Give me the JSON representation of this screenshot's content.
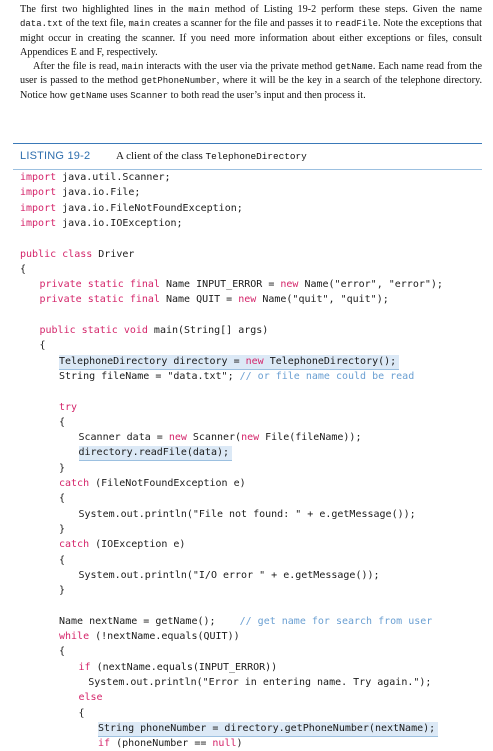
{
  "prose": {
    "p1": [
      {
        "t": "The first two highlighted lines in the "
      },
      {
        "t": "main",
        "code": true
      },
      {
        "t": " method of Listing 19-2 perform these steps. Given the name "
      },
      {
        "t": "data.txt",
        "code": true
      },
      {
        "t": " of the text file, "
      },
      {
        "t": "main",
        "code": true
      },
      {
        "t": " creates a scanner for the file and passes it to "
      },
      {
        "t": "readFile",
        "code": true
      },
      {
        "t": ". Note the exceptions that might occur in creating the scanner. If you need more information about either exceptions or files, consult Appendices E and F, respectively."
      }
    ],
    "p2": [
      {
        "t": "After the file is read, "
      },
      {
        "t": "main",
        "code": true
      },
      {
        "t": " interacts with the user via the private method "
      },
      {
        "t": "getName",
        "code": true
      },
      {
        "t": ". Each name read from the user is passed to the method "
      },
      {
        "t": "getPhoneNumber",
        "code": true
      },
      {
        "t": ", where it will be the key in a search of the telephone directory. Notice how "
      },
      {
        "t": "getName",
        "code": true
      },
      {
        "t": " uses "
      },
      {
        "t": "Scanner",
        "code": true
      },
      {
        "t": " to both read the user’s input and then process it."
      }
    ]
  },
  "listing": {
    "number": "LISTING 19-2",
    "caption_text": "A client of the class ",
    "caption_code": "TelephoneDirectory"
  },
  "code_lines": [
    {
      "row": 0,
      "indent": 0,
      "parts": [
        {
          "t": "import",
          "k": "kw"
        },
        {
          "t": " java.util.Scanner;"
        }
      ]
    },
    {
      "row": 1,
      "indent": 0,
      "parts": [
        {
          "t": "import",
          "k": "kw"
        },
        {
          "t": " java.io.File;"
        }
      ]
    },
    {
      "row": 2,
      "indent": 0,
      "parts": [
        {
          "t": "import",
          "k": "kw"
        },
        {
          "t": " java.io.FileNotFoundException;"
        }
      ]
    },
    {
      "row": 3,
      "indent": 0,
      "parts": [
        {
          "t": "import",
          "k": "kw"
        },
        {
          "t": " java.io.IOException;"
        }
      ]
    },
    {
      "row": 5,
      "indent": 0,
      "parts": [
        {
          "t": "public",
          "k": "kw"
        },
        {
          "t": " "
        },
        {
          "t": "class",
          "k": "kw"
        },
        {
          "t": " Driver"
        }
      ]
    },
    {
      "row": 6,
      "indent": 0,
      "parts": [
        {
          "t": "{"
        }
      ]
    },
    {
      "row": 7,
      "indent": 1,
      "parts": [
        {
          "t": "private",
          "k": "kw"
        },
        {
          "t": " "
        },
        {
          "t": "static",
          "k": "kw"
        },
        {
          "t": " "
        },
        {
          "t": "final",
          "k": "kw"
        },
        {
          "t": " Name INPUT_ERROR = "
        },
        {
          "t": "new",
          "k": "kw"
        },
        {
          "t": " Name(\"error\", \"error\");"
        }
      ]
    },
    {
      "row": 8,
      "indent": 1,
      "parts": [
        {
          "t": "private",
          "k": "kw"
        },
        {
          "t": " "
        },
        {
          "t": "static",
          "k": "kw"
        },
        {
          "t": " "
        },
        {
          "t": "final",
          "k": "kw"
        },
        {
          "t": " Name QUIT = "
        },
        {
          "t": "new",
          "k": "kw"
        },
        {
          "t": " Name(\"quit\", \"quit\");"
        }
      ]
    },
    {
      "row": 10,
      "indent": 1,
      "parts": [
        {
          "t": "public",
          "k": "kw"
        },
        {
          "t": " "
        },
        {
          "t": "static",
          "k": "kw"
        },
        {
          "t": " "
        },
        {
          "t": "void",
          "k": "kw"
        },
        {
          "t": " main(String[] args)"
        }
      ]
    },
    {
      "row": 11,
      "indent": 1,
      "parts": [
        {
          "t": "{"
        }
      ]
    },
    {
      "row": 12,
      "indent": 2,
      "hl": true,
      "parts": [
        {
          "t": "TelephoneDirectory directory = "
        },
        {
          "t": "new",
          "k": "kw"
        },
        {
          "t": " TelephoneDirectory();"
        }
      ]
    },
    {
      "row": 13,
      "indent": 2,
      "parts": [
        {
          "t": "String fileName = \"data.txt\"; "
        },
        {
          "t": "// or file name could be read",
          "k": "cm"
        }
      ]
    },
    {
      "row": 15,
      "indent": 2,
      "parts": [
        {
          "t": "try",
          "k": "kw"
        }
      ]
    },
    {
      "row": 16,
      "indent": 2,
      "parts": [
        {
          "t": "{"
        }
      ]
    },
    {
      "row": 17,
      "indent": 3,
      "parts": [
        {
          "t": "Scanner data = "
        },
        {
          "t": "new",
          "k": "kw"
        },
        {
          "t": " Scanner("
        },
        {
          "t": "new",
          "k": "kw"
        },
        {
          "t": " File(fileName));"
        }
      ]
    },
    {
      "row": 18,
      "indent": 3,
      "hl": true,
      "parts": [
        {
          "t": "directory.readFile(data);"
        }
      ]
    },
    {
      "row": 19,
      "indent": 2,
      "parts": [
        {
          "t": "}"
        }
      ]
    },
    {
      "row": 20,
      "indent": 2,
      "parts": [
        {
          "t": "catch",
          "k": "kw"
        },
        {
          "t": " (FileNotFoundException e)"
        }
      ]
    },
    {
      "row": 21,
      "indent": 2,
      "parts": [
        {
          "t": "{"
        }
      ]
    },
    {
      "row": 22,
      "indent": 3,
      "parts": [
        {
          "t": "System.out.println(\"File not found: \" + e.getMessage());"
        }
      ]
    },
    {
      "row": 23,
      "indent": 2,
      "parts": [
        {
          "t": "}"
        }
      ]
    },
    {
      "row": 24,
      "indent": 2,
      "parts": [
        {
          "t": "catch",
          "k": "kw"
        },
        {
          "t": " (IOException e)"
        }
      ]
    },
    {
      "row": 25,
      "indent": 2,
      "parts": [
        {
          "t": "{"
        }
      ]
    },
    {
      "row": 26,
      "indent": 3,
      "parts": [
        {
          "t": "System.out.println(\"I/O error \" + e.getMessage());"
        }
      ]
    },
    {
      "row": 27,
      "indent": 2,
      "parts": [
        {
          "t": "}"
        }
      ]
    },
    {
      "row": 29,
      "indent": 2,
      "parts": [
        {
          "t": "Name nextName = getName();    "
        },
        {
          "t": "// get name for search from user",
          "k": "cm"
        }
      ]
    },
    {
      "row": 30,
      "indent": 2,
      "parts": [
        {
          "t": "while",
          "k": "kw"
        },
        {
          "t": " (!nextName.equals(QUIT))"
        }
      ]
    },
    {
      "row": 31,
      "indent": 2,
      "parts": [
        {
          "t": "{"
        }
      ]
    },
    {
      "row": 32,
      "indent": 3,
      "parts": [
        {
          "t": "if",
          "k": "kw"
        },
        {
          "t": " (nextName.equals(INPUT_ERROR))"
        }
      ]
    },
    {
      "row": 33,
      "indent": 3.5,
      "parts": [
        {
          "t": "System.out.println(\"Error in entering name. Try again.\");"
        }
      ]
    },
    {
      "row": 34,
      "indent": 3,
      "parts": [
        {
          "t": "else",
          "k": "kw"
        }
      ]
    },
    {
      "row": 35,
      "indent": 3,
      "parts": [
        {
          "t": "{"
        }
      ]
    },
    {
      "row": 36,
      "indent": 4,
      "hl": true,
      "parts": [
        {
          "t": "String phoneNumber = directory.getPhoneNumber(nextName);"
        }
      ]
    },
    {
      "row": 37,
      "indent": 4,
      "parts": [
        {
          "t": "if",
          "k": "kw"
        },
        {
          "t": " (phoneNumber == "
        },
        {
          "t": "null",
          "k": "kw"
        },
        {
          "t": ")"
        }
      ]
    }
  ]
}
